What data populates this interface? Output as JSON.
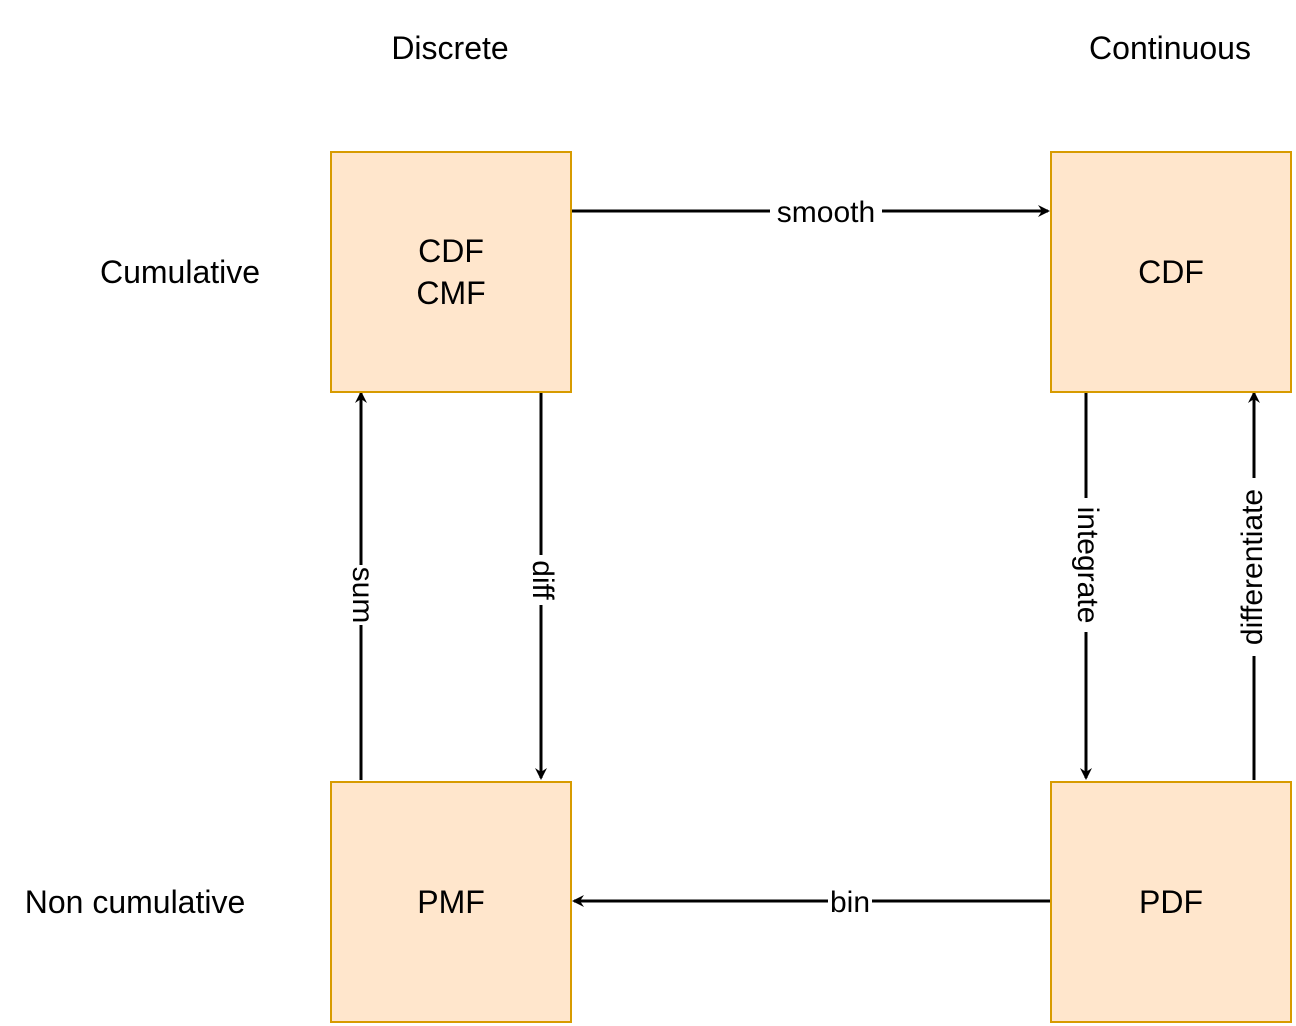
{
  "columns": {
    "discrete": "Discrete",
    "continuous": "Continuous"
  },
  "rows": {
    "cumulative": "Cumulative",
    "non_cumulative": "Non cumulative"
  },
  "nodes": {
    "discrete_cumulative": [
      "CDF",
      "CMF"
    ],
    "continuous_cumulative": "CDF",
    "discrete_non_cumulative": "PMF",
    "continuous_non_cumulative": "PDF"
  },
  "edges": {
    "smooth": "smooth",
    "bin": "bin",
    "sum": "sum",
    "diff": "diff",
    "integrate": "integrate",
    "differentiate": "differentiate"
  },
  "colors": {
    "node_fill": "#ffe6cc",
    "node_border": "#d79b00",
    "edge": "#000000"
  }
}
